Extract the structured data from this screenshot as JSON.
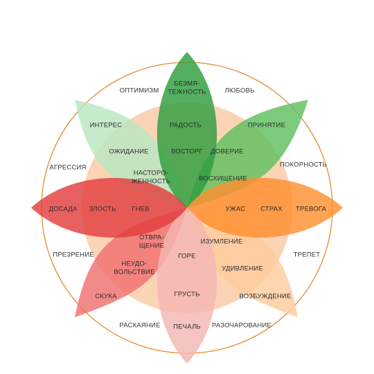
{
  "colors": {
    "outer_ring": "#E68A2E",
    "inner_disc": "#FBD3B5",
    "dark_green": "#2E9E3E",
    "mid_green": "#5FBF5F",
    "pale_green": "#B8E6C0",
    "orange": "#FF8F2E",
    "peach": "#FFCC9E",
    "pink": "#F4B7B2",
    "salmon": "#F07070",
    "red": "#E23E3E",
    "olive": "#9E8F2A"
  },
  "labels": {
    "love": "ЛЮБОВЬ",
    "submission": "ПОКОРНОСТЬ",
    "awe": "ТРЕПЕТ",
    "disapproval": "РАЗОЧАРОВАНИЕ",
    "remorse": "РАСКАЯНИЕ",
    "contempt": "ПРЕЗРЕНИЕ",
    "aggressiveness": "АГРЕССИЯ",
    "optimism": "ОПТИМИЗМ",
    "ecstasy_1": "БЕЗМЯ-",
    "ecstasy_2": "ТЕЖНОСТЬ",
    "joy": "РАДОСТЬ",
    "serenity": "ВОСТОРГ",
    "admiration": "ПРИНЯТИЕ",
    "trust": "ДОВЕРИЕ",
    "acceptance": "ВОСХИЩЕНИЕ",
    "terror": "ТРЕВОГА",
    "fear": "СТРАХ",
    "apprehension": "УЖАС",
    "amazement": "ИЗУМЛЕНИЕ",
    "surprise": "УДИВЛЕНИЕ",
    "distraction": "ВОЗБУЖДЕНИЕ",
    "grief": "ГОРЕ",
    "sadness": "ГРУСТЬ",
    "pensiveness": "ПЕЧАЛЬ",
    "loathing_1": "ОТВРА-",
    "loathing_2": "ЩЕНИЕ",
    "disgust_1": "НЕУДО-",
    "disgust_2": "ВОЛЬСТВИЕ",
    "boredom": "СКУКА",
    "rage": "ДОСАДА",
    "anger": "ЗЛОСТЬ",
    "annoyance": "ГНЕВ",
    "interest": "ИНТЕРЕС",
    "anticipation": "ОЖИДАНИЕ",
    "vigilance_1": "НАСТОРО-",
    "vigilance_2": "ЖЕННОСТЬ"
  }
}
